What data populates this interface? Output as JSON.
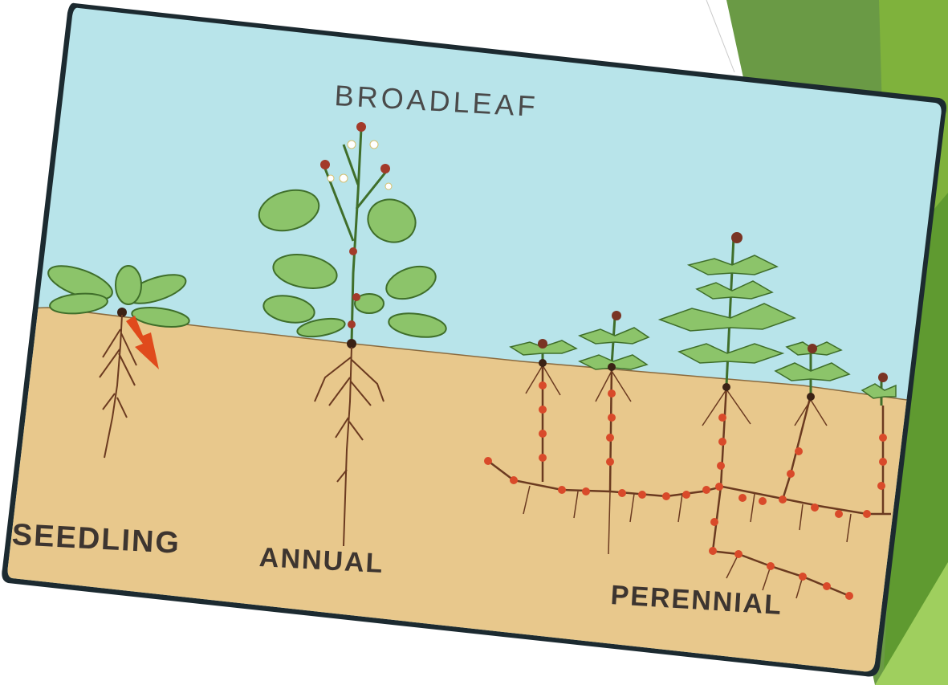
{
  "slide": {
    "title": "BROADLEAF",
    "labels": {
      "seedling": "SEEDLING",
      "annual": "ANNUAL",
      "perennial": "PERENNIAL"
    }
  },
  "colors": {
    "sky": "#b8e4ea",
    "soil": "#e8c88c",
    "leaf": "#8cc46a",
    "leaf_outline": "#3f6e2a",
    "root": "#6b3a20",
    "bud": "#d94a2a",
    "arrow": "#e04a1c",
    "accent_green_dark": "#5a9436",
    "accent_green_light": "#8cc63e"
  },
  "icons": {
    "arrow": "red-arrow-icon"
  }
}
